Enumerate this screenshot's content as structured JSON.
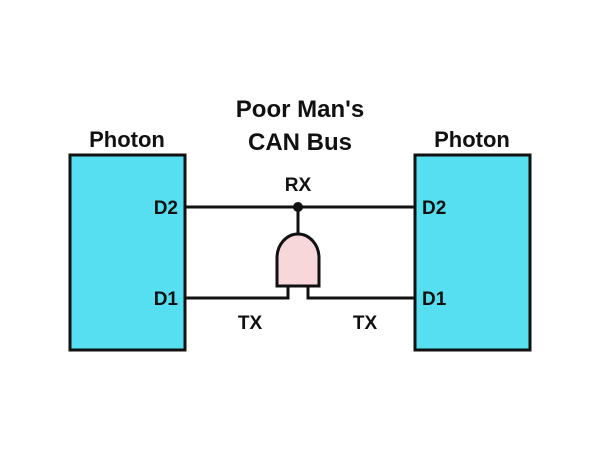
{
  "title": {
    "line1": "Poor Man's",
    "line2": "CAN Bus"
  },
  "devices": {
    "left": {
      "label": "Photon",
      "pin_top": "D2",
      "pin_bottom": "D1"
    },
    "right": {
      "label": "Photon",
      "pin_top": "D2",
      "pin_bottom": "D1"
    }
  },
  "signals": {
    "rx": "RX",
    "tx_left": "TX",
    "tx_right": "TX"
  },
  "colors": {
    "device_fill": "#55DFF0",
    "gate_fill": "#F8D7DA",
    "line": "#111111",
    "background": "#FFFFFF"
  }
}
